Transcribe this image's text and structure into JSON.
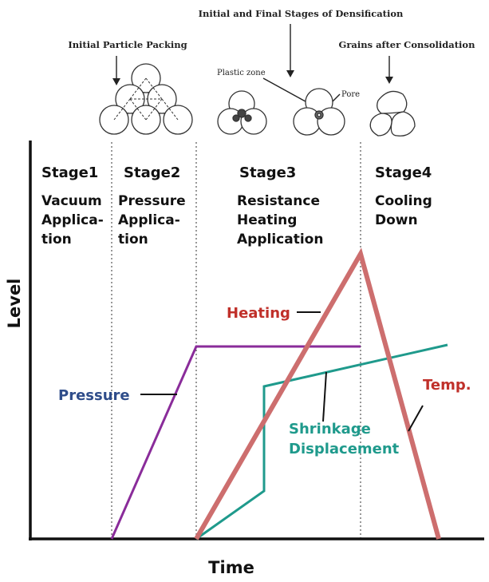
{
  "top_labels": {
    "packing": "Initial Particle Packing",
    "densification": "Initial and Final Stages of Densification",
    "plastic_zone": "Plastic zone",
    "pore": "Pore",
    "grains": "Grains after Consolidation"
  },
  "stages": [
    {
      "name": "Stage1",
      "lines": [
        "Vacuum",
        "Applica-",
        "tion"
      ]
    },
    {
      "name": "Stage2",
      "lines": [
        "Pressure",
        "Applica-",
        "tion"
      ]
    },
    {
      "name": "Stage3",
      "lines": [
        "Resistance",
        "Heating",
        "Application"
      ]
    },
    {
      "name": "Stage4",
      "lines": [
        "Cooling",
        "Down"
      ]
    }
  ],
  "axes": {
    "y_label": "Level",
    "x_label": "Time"
  },
  "curve_labels": {
    "heating": "Heating",
    "pressure": "Pressure",
    "temp": "Temp.",
    "shrinkage_1": "Shrinkage",
    "shrinkage_2": "Displacement"
  },
  "colors": {
    "heating": "#cd6e6e",
    "heating_text": "#c0302a",
    "pressure": "#8a2c9a",
    "pressure_text": "#2f4d8a",
    "shrinkage": "#1f9a8c",
    "axis": "#111111",
    "divider": "#555555"
  }
}
